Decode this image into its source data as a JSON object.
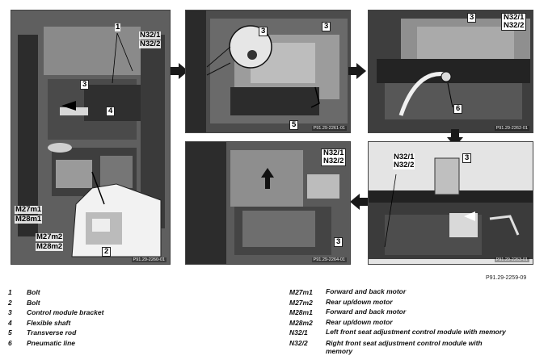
{
  "panels": [
    {
      "id": "panel-1",
      "ref": "P91.29-2260-01",
      "labels": [
        "1",
        "N32/1",
        "N32/2",
        "3",
        "4",
        "M27m1",
        "M28m1",
        "M27m2",
        "M28m2",
        "2"
      ]
    },
    {
      "id": "panel-2",
      "ref": "P91.29-2261-01",
      "labels": [
        "3",
        "3",
        "5"
      ]
    },
    {
      "id": "panel-3",
      "ref": "P91.29-2262-01",
      "labels": [
        "3",
        "N32/1",
        "N32/2",
        "6"
      ]
    },
    {
      "id": "panel-4",
      "ref": "P91.29-2263-01",
      "labels": [
        "N32/1",
        "N32/2",
        "3"
      ]
    },
    {
      "id": "panel-5",
      "ref": "P91.29-2264-01",
      "labels": [
        "N32/1",
        "N32/2",
        "3"
      ]
    }
  ],
  "figure_ref": "P91.29-2259-09",
  "legend_left": [
    {
      "key": "1",
      "value": "Bolt"
    },
    {
      "key": "2",
      "value": "Bolt"
    },
    {
      "key": "3",
      "value": "Control module bracket"
    },
    {
      "key": "4",
      "value": "Flexible shaft"
    },
    {
      "key": "5",
      "value": "Transverse rod"
    },
    {
      "key": "6",
      "value": "Pneumatic line"
    }
  ],
  "legend_right": [
    {
      "key": "M27m1",
      "value": "Forward and back motor"
    },
    {
      "key": "M27m2",
      "value": "Rear up/down motor"
    },
    {
      "key": "M28m1",
      "value": "Forward and back motor"
    },
    {
      "key": "M28m2",
      "value": "Rear up/down motor"
    },
    {
      "key": "N32/1",
      "value": "Left front seat adjustment control module with memory"
    },
    {
      "key": "N32/2",
      "value": "Right front seat adjustment control module with memory"
    }
  ]
}
